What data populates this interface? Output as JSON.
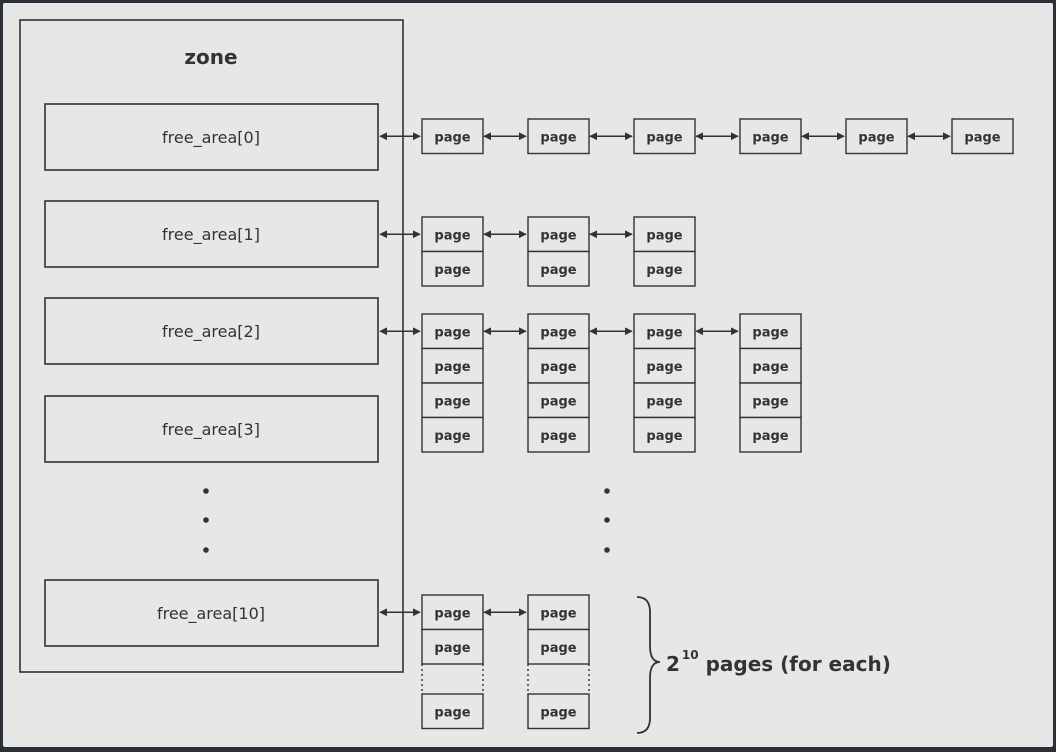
{
  "zone": {
    "title": "zone"
  },
  "free_areas": [
    {
      "label": "free_area[0]",
      "block_count": 6,
      "pages_per_block": 1
    },
    {
      "label": "free_area[1]",
      "block_count": 3,
      "pages_per_block": 2
    },
    {
      "label": "free_area[2]",
      "block_count": 4,
      "pages_per_block": 4
    },
    {
      "label": "free_area[3]",
      "block_count": 0,
      "pages_per_block": 0
    },
    {
      "label": "free_area[10]",
      "block_count": 2,
      "pages_per_block": 1024
    }
  ],
  "page_label": "page",
  "annotation": {
    "base": "2",
    "exponent": "10",
    "text": " pages (for each)"
  },
  "colors": {
    "canvas": "#e7e7e7",
    "stroke": "#333333",
    "text": "#333333"
  }
}
